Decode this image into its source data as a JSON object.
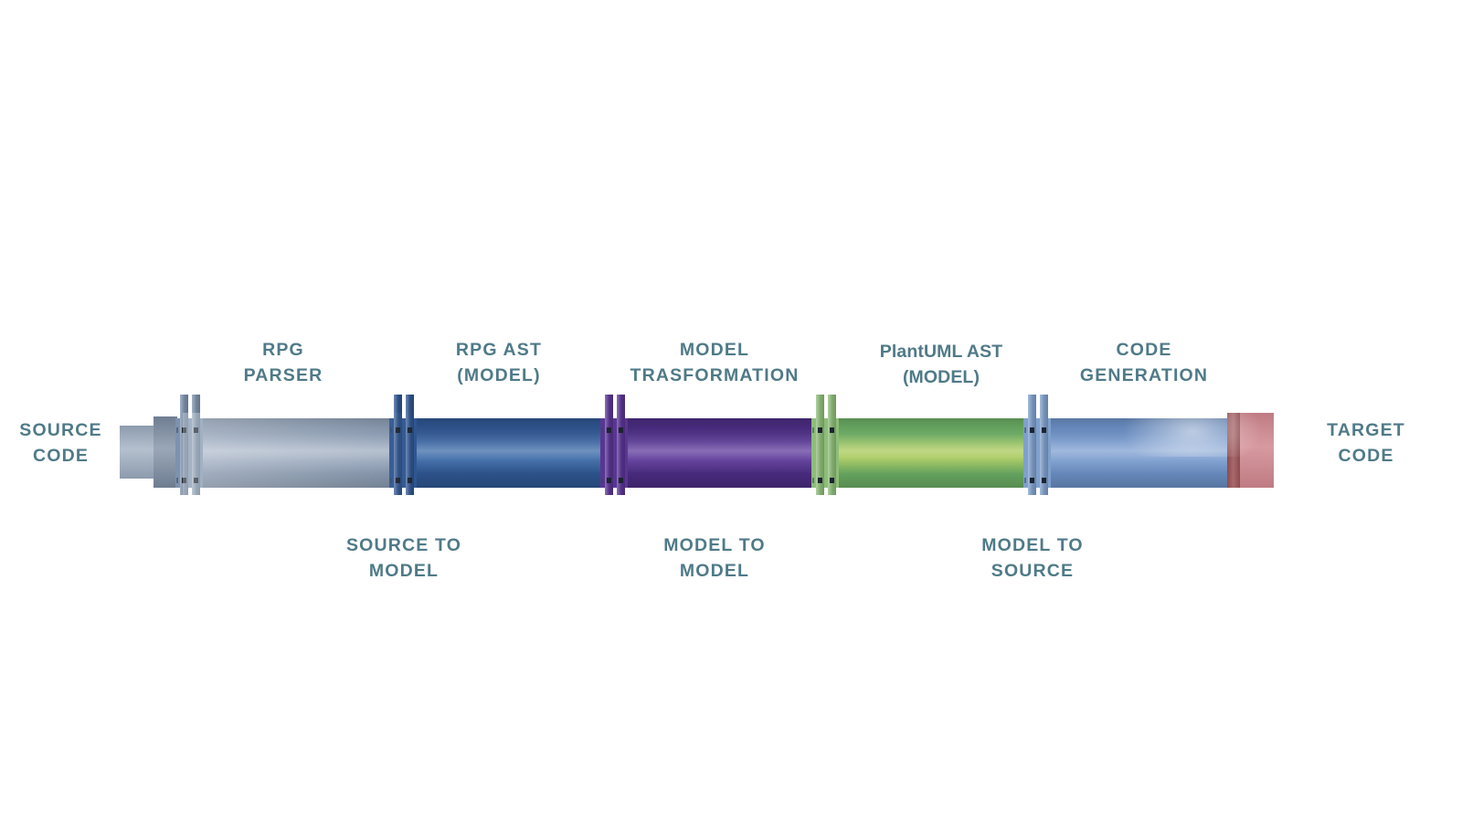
{
  "diagram": {
    "title": "RPG to PlantUML model-driven transformation pipeline",
    "text_color": "#4f7a88",
    "background": "#ffffff",
    "endpoints": {
      "source": "SOURCE\nCODE",
      "target": "TARGET\nCODE"
    },
    "stage_labels_top": [
      {
        "id": "rpg-parser",
        "text": "RPG\nPARSER",
        "style": "upper"
      },
      {
        "id": "rpg-ast",
        "text": "RPG AST\n(MODEL)",
        "style": "upper"
      },
      {
        "id": "model-transform",
        "text": "MODEL\nTRASFORMATION",
        "style": "upper"
      },
      {
        "id": "plantuml-ast",
        "text": "PlantUML AST\n(MODEL)",
        "style": "mixed"
      },
      {
        "id": "code-generation",
        "text": "CODE\nGENERATION",
        "style": "upper"
      }
    ],
    "stage_labels_bottom": [
      {
        "id": "source-to-model",
        "text": "SOURCE TO\nMODEL"
      },
      {
        "id": "model-to-model",
        "text": "MODEL TO\nMODEL"
      },
      {
        "id": "model-to-source",
        "text": "MODEL TO\nSOURCE"
      }
    ],
    "pipe_segments": [
      {
        "id": "seg-source",
        "name": "source-code-segment",
        "color": "#8496ae",
        "color2": "#97a6bb"
      },
      {
        "id": "seg-rpg-ast",
        "name": "rpg-ast-segment",
        "color": "#2f5691",
        "color2": "#3b6aa8"
      },
      {
        "id": "seg-transform",
        "name": "model-transform-segment",
        "color": "#4b2c82",
        "color2": "#5d3a9b"
      },
      {
        "id": "seg-plantuml",
        "name": "plantuml-ast-segment",
        "color": "#6aab63",
        "color2": "#a8c95a"
      },
      {
        "id": "seg-codegen",
        "name": "code-generation-segment",
        "color": "#6b8fc4",
        "color2": "#7e9fd0"
      }
    ],
    "flanges": [
      {
        "id": "flange-1",
        "name": "flange-source-to-model",
        "color": "#7d92ad"
      },
      {
        "id": "flange-2",
        "name": "flange-source-to-model-b",
        "color": "#2f5691"
      },
      {
        "id": "flange-3",
        "name": "flange-model-to-model",
        "color": "#5a3594"
      },
      {
        "id": "flange-4",
        "name": "flange-model-to-model-b",
        "color": "#8dbd78"
      },
      {
        "id": "flange-5",
        "name": "flange-model-to-source",
        "color": "#7fa0cc"
      }
    ],
    "end_caps": {
      "left_stub_color": "#9aa8bb",
      "left_collar_color": "#7f8da1",
      "right_ring_color": "#8e4a4e",
      "right_cap_color": "#cb8a90"
    }
  }
}
